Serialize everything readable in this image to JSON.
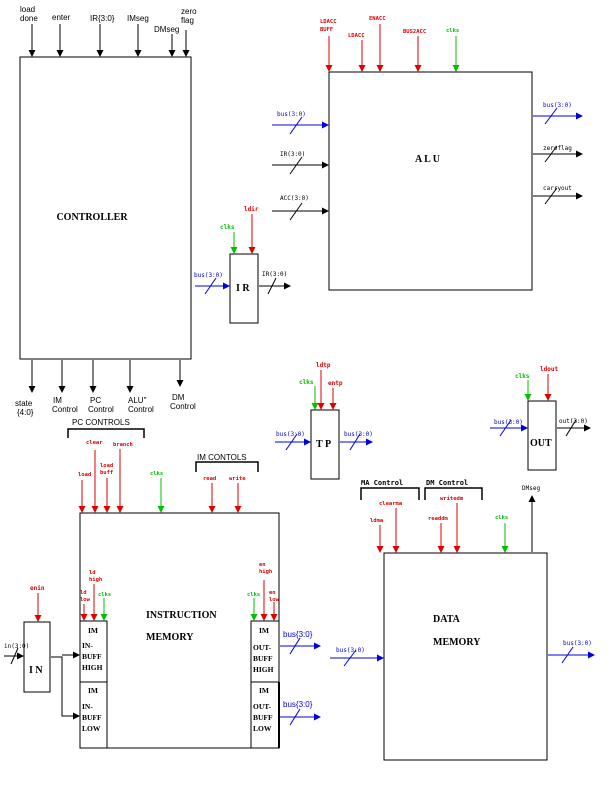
{
  "colors": {
    "black": "#000000",
    "red": "#e00000",
    "green": "#00c000",
    "blue": "#0000dd",
    "background": "#ffffff"
  },
  "controller": {
    "title": "CONTROLLER",
    "inputs": {
      "load_done": [
        "load",
        "done"
      ],
      "enter": "enter",
      "ir": "IR{3:0}",
      "imseg": "IMseg",
      "dmseg": "DMseg",
      "zero_flag": [
        "zero",
        "flag"
      ]
    },
    "outputs": {
      "state": [
        "state",
        "{4:0}"
      ],
      "im_control": [
        "IM",
        "Control"
      ],
      "pc_control": [
        "PC",
        "Control"
      ],
      "alu_control": [
        "ALU\"",
        "Control"
      ],
      "dm_control": [
        "DM",
        "Control"
      ]
    }
  },
  "alu": {
    "title": "A L U",
    "controls": {
      "ldacc_buff": [
        "LDACC",
        "BUFF"
      ],
      "ldacc": "LDACC",
      "enacc": "ENACC",
      "bus2acc": "BUS2ACC",
      "clks": "clks"
    },
    "inputs": {
      "bus": "bus(3:0)",
      "ir": "IR(3:0)",
      "acc": "ACC(3:0)"
    },
    "outputs": {
      "bus": "bus(3:0)",
      "zeroflag": "zeroflag",
      "carryout": "carryout"
    }
  },
  "ir_reg": {
    "title": "I R",
    "clk": "clks",
    "ldir": "ldir",
    "in_bus": "bus(3:0)",
    "out": "IR(3:0)"
  },
  "tp": {
    "title": "T P",
    "clk": "clks",
    "ldtp": "ldtp",
    "entp": "entp",
    "in_bus": "bus(3:0)",
    "out_bus": "bus(3:0)"
  },
  "out_reg": {
    "title": "OUT",
    "clk": "clks",
    "ldout": "ldout",
    "in_bus": "bus(3:0)",
    "out": "out(3:0)"
  },
  "instruction_memory": {
    "title": [
      "INSTRUCTION",
      "MEMORY"
    ],
    "pc_controls": "PC CONTROLS",
    "pc_signals": {
      "load": "load",
      "clear": "clear",
      "load_buff": [
        "load",
        "buff"
      ],
      "branch": "branch"
    },
    "clks_top": "clks",
    "im_controls": "IM CONTOLS",
    "read": "read",
    "write": "write",
    "in_left": {
      "ld_high": [
        "ld",
        "high"
      ],
      "ld_low": [
        "ld",
        "low"
      ],
      "clks": "clks"
    },
    "out_right": {
      "clks": "clks",
      "en_high": [
        "en",
        "high"
      ],
      "en_low": [
        "en",
        "low"
      ]
    },
    "in_buff_high": [
      "IM",
      "IN-",
      "BUFF",
      "HIGH"
    ],
    "in_buff_low": [
      "IM",
      "IN-",
      "BUFF",
      "LOW"
    ],
    "out_buff_high": [
      "IM",
      "OUT-",
      "BUFF",
      "HIGH"
    ],
    "out_buff_low": [
      "IM",
      "OUT-",
      "BUFF",
      "LOW"
    ],
    "out_bus_high": "bus{3:0}",
    "out_bus_low": "bus{3:0}"
  },
  "in_block": {
    "title": "I N",
    "enin": "enin",
    "in_bus": "in(3:0)"
  },
  "data_memory": {
    "title": [
      "DATA",
      "MEMORY"
    ],
    "ma_control": "MA Control",
    "dm_control": "DM Control",
    "ldma": "ldma",
    "clearma": "clearma",
    "readdm": "readdm",
    "writedm": "writedm",
    "clks": "clks",
    "dmseg": "DMseg",
    "in_bus": "bus(3:0)",
    "out_bus": "bus(3:0)"
  }
}
